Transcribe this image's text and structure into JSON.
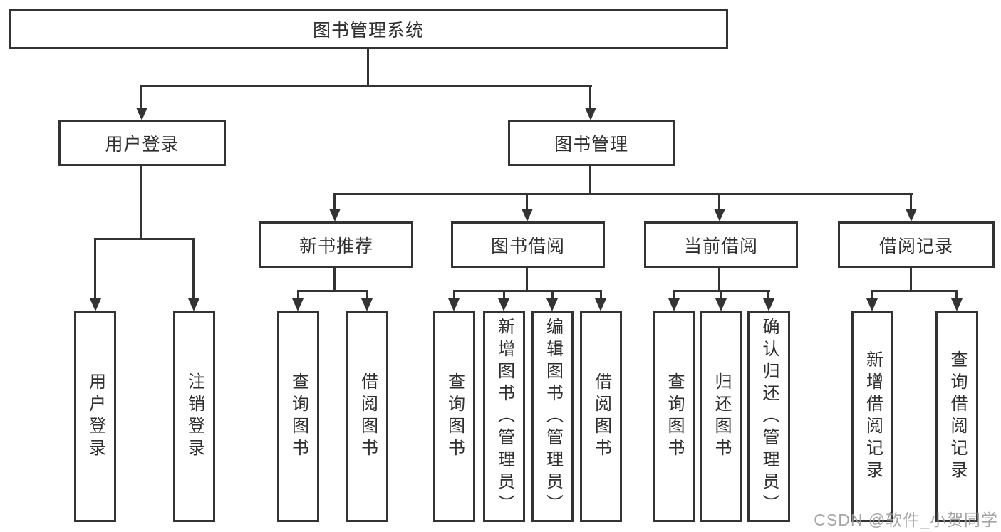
{
  "tree": {
    "root": {
      "label": "图书管理系统",
      "children": [
        {
          "label": "用户登录",
          "children": [
            {
              "label": "用户登录"
            },
            {
              "label": "注销登录"
            }
          ]
        },
        {
          "label": "图书管理",
          "children": [
            {
              "label": "新书推荐",
              "children": [
                {
                  "label": "查询图书"
                },
                {
                  "label": "借阅图书"
                }
              ]
            },
            {
              "label": "图书借阅",
              "children": [
                {
                  "label": "查询图书"
                },
                {
                  "label": "新增图书（管理员）"
                },
                {
                  "label": "编辑图书（管理员）"
                },
                {
                  "label": "借阅图书"
                }
              ]
            },
            {
              "label": "当前借阅",
              "children": [
                {
                  "label": "查询图书"
                },
                {
                  "label": "归还图书"
                },
                {
                  "label": "确认归还（管理员）"
                }
              ]
            },
            {
              "label": "借阅记录",
              "children": [
                {
                  "label": "新增借阅记录"
                },
                {
                  "label": "查询借阅记录"
                }
              ]
            }
          ]
        }
      ]
    }
  },
  "watermark": {
    "text": "CSDN @软件_小贺同学",
    "color": "#999999"
  },
  "colors": {
    "line": "#333333",
    "box_border": "#333333",
    "box_fill": "#ffffff",
    "text": "#2f2f2f",
    "background": "#ffffff"
  }
}
